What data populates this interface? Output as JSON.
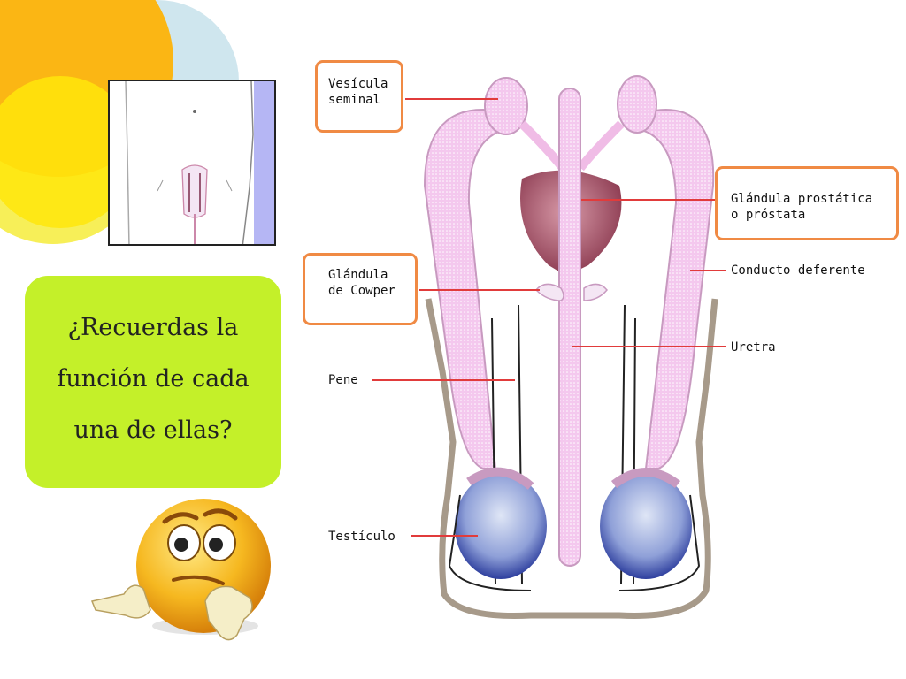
{
  "colors": {
    "accent_orange": "#fbb614",
    "accent_yellow": "#ffe60a",
    "accent_yellow_light": "#f7ef58",
    "accent_blue_light": "#cfe6ee",
    "question_box": "#c4f029",
    "label_border": "#f08a44",
    "pointer_line": "#e13b3b",
    "pink_duct": "#f4c8ee",
    "prostate": "#a05a6a",
    "testis_blue": "#3d4fb0",
    "skin_outline": "#a79a8a"
  },
  "question": {
    "line1": "¿Recuerdas la",
    "line2": "función de cada",
    "line3": "una de ellas?"
  },
  "labels": {
    "vesicula_line1": "Vesícula",
    "vesicula_line2": "seminal",
    "prostata_line1": "Glándula prostática",
    "prostata_line2": "o próstata",
    "cowper_line1": "Glándula",
    "cowper_line2": "de Cowper",
    "deferente": "Conducto deferente",
    "uretra": "Uretra",
    "pene": "Pene",
    "testiculo": "Testículo"
  },
  "icons": {
    "thumbnail": "body-location-thumbnail-icon",
    "emoji": "thinking-emoji-icon"
  }
}
